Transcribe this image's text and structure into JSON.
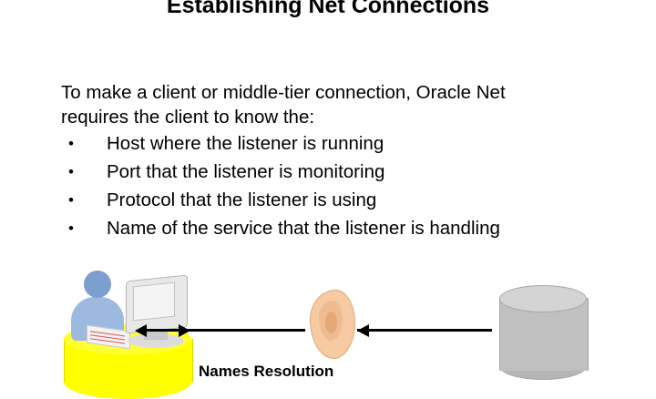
{
  "slide": {
    "title": "Establishing Net Connections",
    "intro_lines": [
      "To make a client or middle-tier connection, Oracle Net",
      "requires the client to know the:"
    ],
    "bullet_char": "•",
    "bullets": [
      "Host where the listener is running",
      "Port that the listener is monitoring",
      "Protocol that the listener is using",
      "Name of the service that the listener is handling"
    ],
    "diagram": {
      "caption": "Names Resolution",
      "client_icon": "client-workstation-icon",
      "resolution_icon": "ear-icon",
      "database_icon": "database-cylinder-icon",
      "arrow_left_icon": "arrow-left-icon",
      "arrow_right_icon": "arrow-right-icon",
      "platform_color": "#ffff00",
      "database_color": "#c0c0c0",
      "ear_color": "#f6cba4"
    }
  }
}
